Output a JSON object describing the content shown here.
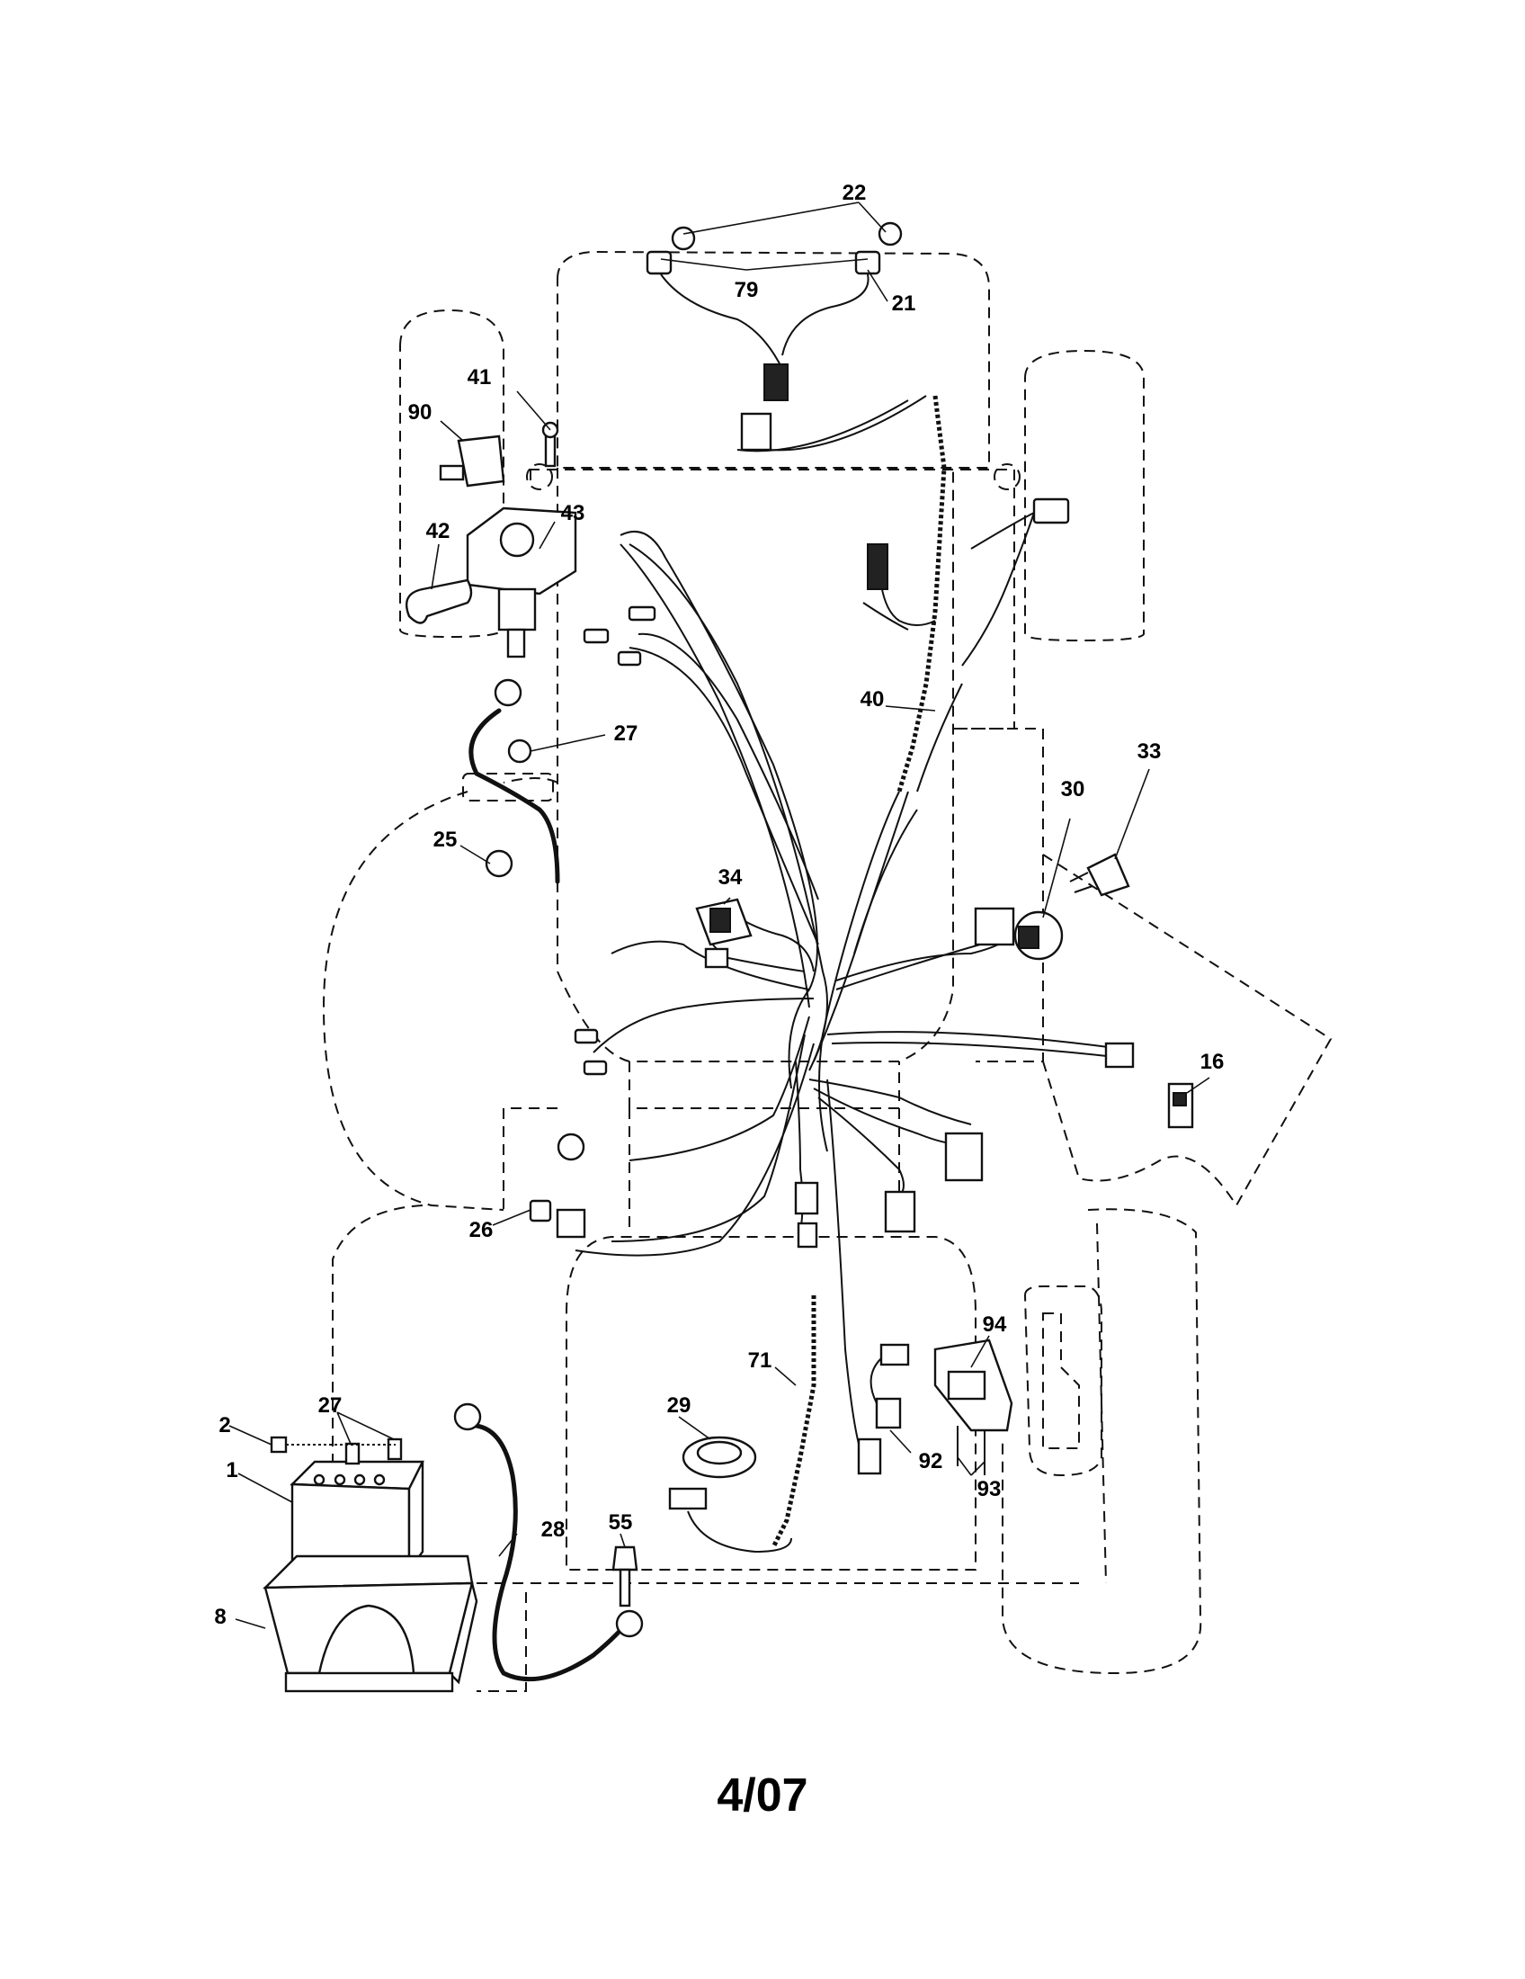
{
  "diagram": {
    "page_code": "4/07",
    "callouts": [
      {
        "id": "c22",
        "label": "22"
      },
      {
        "id": "c79",
        "label": "79"
      },
      {
        "id": "c21",
        "label": "21"
      },
      {
        "id": "c41",
        "label": "41"
      },
      {
        "id": "c90",
        "label": "90"
      },
      {
        "id": "c43",
        "label": "43"
      },
      {
        "id": "c42",
        "label": "42"
      },
      {
        "id": "c27a",
        "label": "27"
      },
      {
        "id": "c25",
        "label": "25"
      },
      {
        "id": "c40",
        "label": "40"
      },
      {
        "id": "c33",
        "label": "33"
      },
      {
        "id": "c30",
        "label": "30"
      },
      {
        "id": "c34",
        "label": "34"
      },
      {
        "id": "c16",
        "label": "16"
      },
      {
        "id": "c26",
        "label": "26"
      },
      {
        "id": "c71",
        "label": "71"
      },
      {
        "id": "c94",
        "label": "94"
      },
      {
        "id": "c29",
        "label": "29"
      },
      {
        "id": "c92",
        "label": "92"
      },
      {
        "id": "c93",
        "label": "93"
      },
      {
        "id": "c2",
        "label": "2"
      },
      {
        "id": "c27b",
        "label": "27"
      },
      {
        "id": "c1",
        "label": "1"
      },
      {
        "id": "c28",
        "label": "28"
      },
      {
        "id": "c55",
        "label": "55"
      },
      {
        "id": "c8",
        "label": "8"
      }
    ]
  }
}
